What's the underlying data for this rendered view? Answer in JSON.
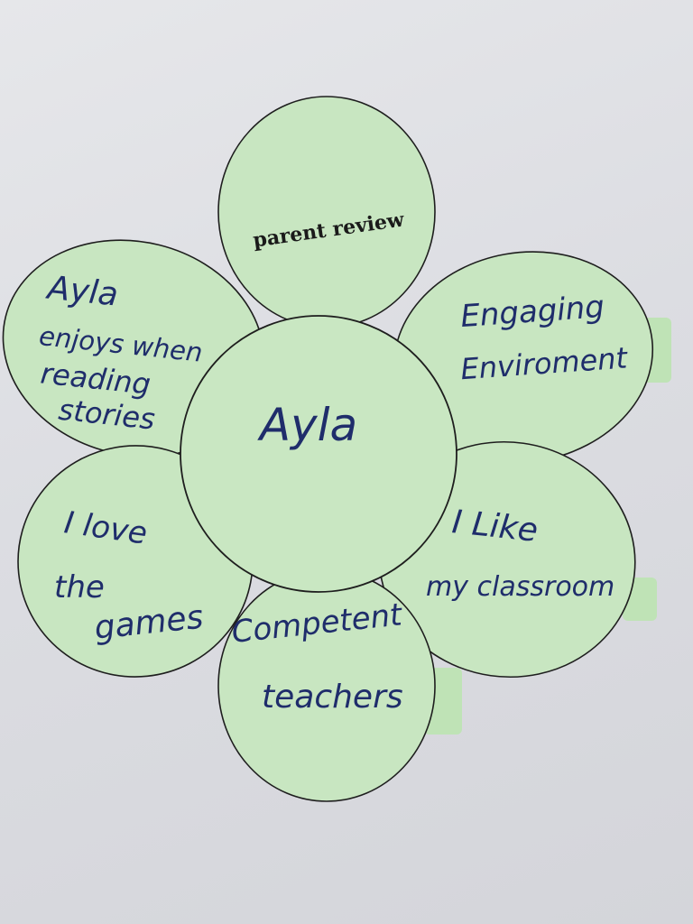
{
  "flower": {
    "top_petal": "parent review",
    "center": "Ayla",
    "upper_left": [
      "Ayla",
      "enjoys when",
      "reading",
      "stories"
    ],
    "upper_right": [
      "Engaging",
      "Enviroment"
    ],
    "lower_left": [
      "I love",
      "the",
      "games"
    ],
    "lower_right": [
      "I Like",
      "my classroom"
    ],
    "bottom": [
      "Competent",
      "teachers"
    ]
  },
  "colors": {
    "paper": "#c8e6c1",
    "ink": "#1f2d6b",
    "background": "#dedfe3"
  }
}
